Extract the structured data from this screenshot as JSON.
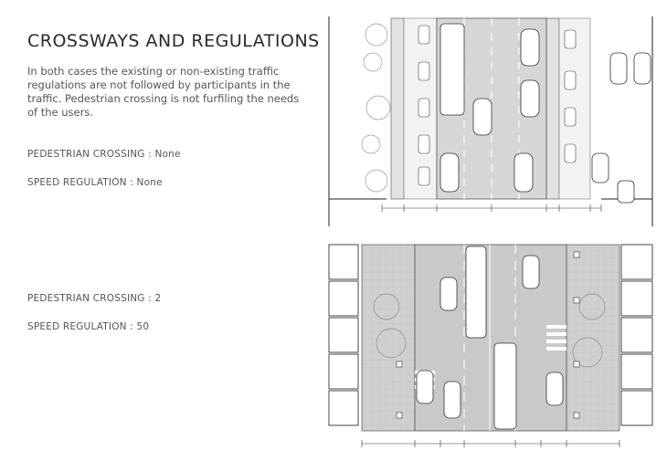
{
  "heading": "CROSSWAYS AND REGULATIONS",
  "description": "In both cases the existing or non-existing traffic regulations are not followed by participants in the traffic. Pedestrian crossing is not furfiling the needs of the users.",
  "existing": {
    "pedestrian_crossing": "PEDESTRIAN CROSSING : None",
    "speed_regulation": "SPEED REGULATION : None"
  },
  "proposed": {
    "pedestrian_crossing": "PEDESTRIAN CROSSING : 2",
    "speed_regulation": "SPEED REGULATION : 50"
  }
}
